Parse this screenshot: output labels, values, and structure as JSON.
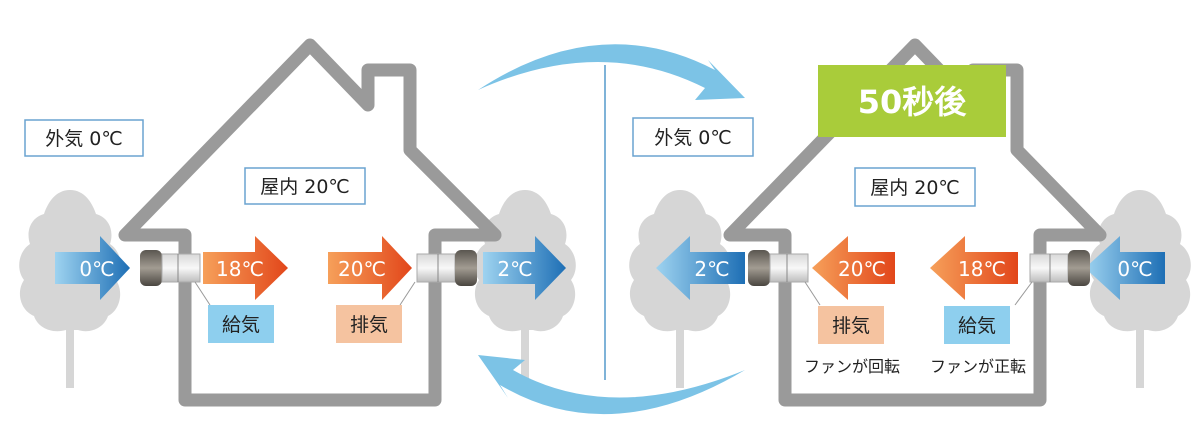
{
  "left_panel": {
    "outdoor_label": "外気 0℃",
    "indoor_label": "屋内 20℃",
    "intake_outside_temp": "0℃",
    "intake_inside_temp": "18℃",
    "exhaust_inside_temp": "20℃",
    "exhaust_outside_temp": "2℃",
    "supply_tag": "給気",
    "exhaust_tag": "排気"
  },
  "right_panel": {
    "time_badge": "50秒後",
    "outdoor_label": "外気 0℃",
    "indoor_label": "屋内 20℃",
    "exhaust_outside_temp": "2℃",
    "exhaust_inside_temp": "20℃",
    "intake_inside_temp": "18℃",
    "intake_outside_temp": "0℃",
    "exhaust_tag": "排気",
    "supply_tag": "給気",
    "exhaust_note": "ファンが回転",
    "supply_note": "ファンが正転"
  },
  "colors": {
    "house_outline": "#9a9a9a",
    "cold_arrow": "#3d8fd0",
    "warm_arrow": "#e8601c",
    "supply_tag_bg": "#8ecfee",
    "exhaust_tag_bg": "#f5c3a0",
    "badge_bg": "#a9cc3a",
    "cycle_arrow": "#7cc3e6",
    "tree": "#d6d6d6"
  }
}
